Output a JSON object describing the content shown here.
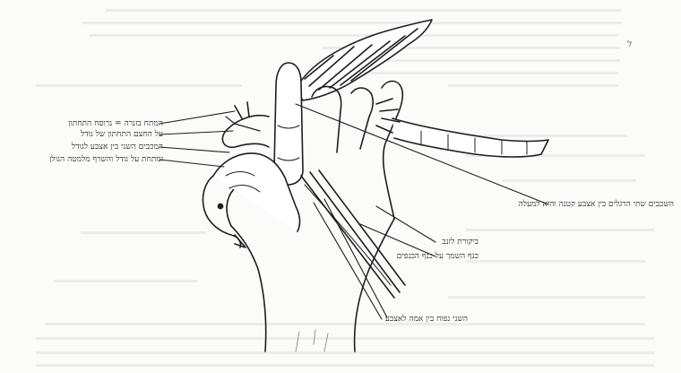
{
  "labels": {
    "left_l1": "המתח בזנרה = נרוסח התחתון",
    "left_l2": "על החצם התחתון של גודל",
    "left_l3": "המכבים השני בין אצבע לגודל",
    "left_l4": "ומתחת על גודל והשרף מלמטה הגולן",
    "right_top": "השכבים שתי הרגלים בין אצבע קטנה והיא למעלה",
    "right_mid_l1": "ביקורת לזנב",
    "right_mid_l2": "כנף השמך על כנף הכנפים",
    "bottom": "השני נפוח בין אמה לאצבע"
  },
  "corner_mark": "ל"
}
